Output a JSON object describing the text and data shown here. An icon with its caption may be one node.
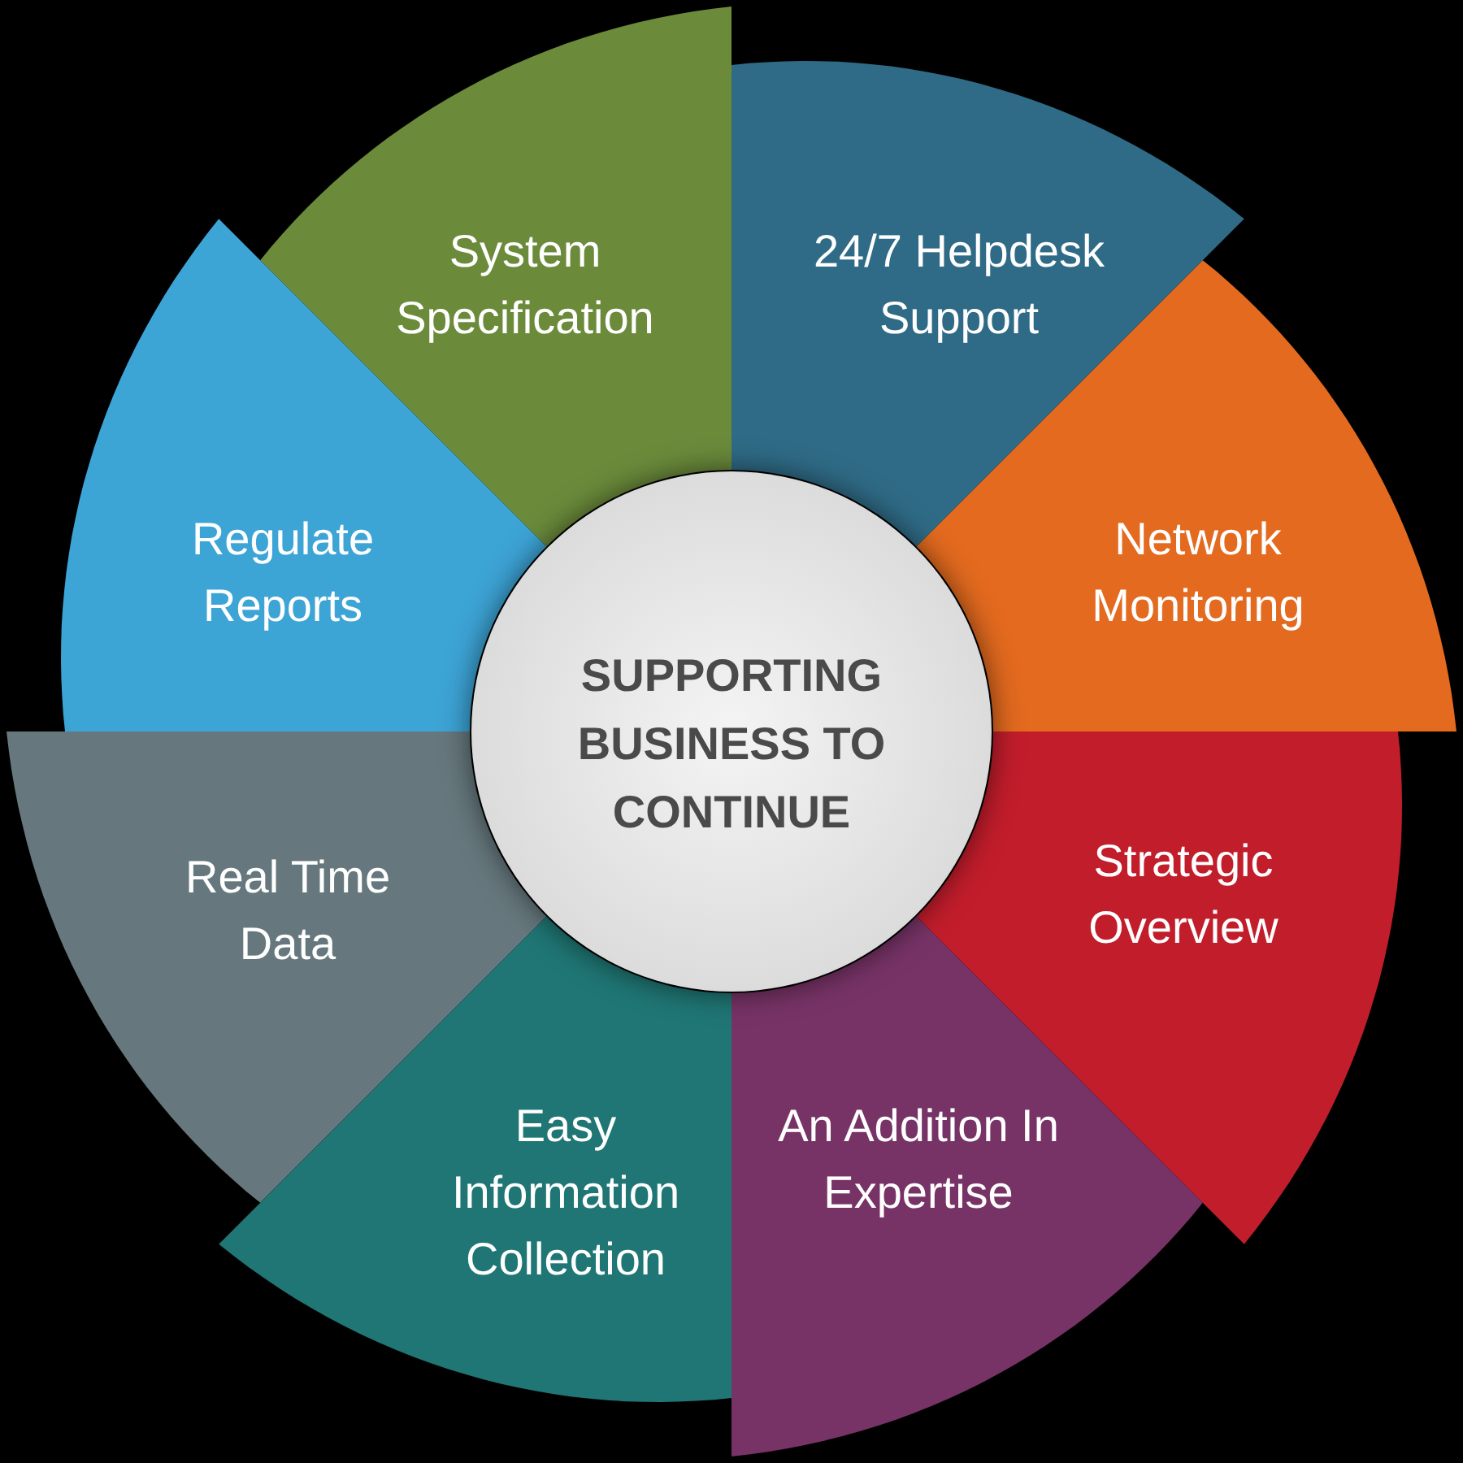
{
  "diagram": {
    "nodes": [
      {
        "text": [
          "System Specification"
        ]
      },
      {
        "text": [
          "24/7 Helpdesk Support"
        ]
      },
      {
        "text": [
          "Regulate Reports"
        ]
      },
      {
        "text": [
          "Network Monitoring"
        ]
      },
      {
        "text": [
          "SUPPORTING BUSINESS TO CONTINUE"
        ]
      },
      {
        "text": [
          "Real Time Data"
        ]
      },
      {
        "text": [
          "Strategic Overview"
        ]
      },
      {
        "text": [
          "Easy Information Collection"
        ]
      },
      {
        "text": [
          "An Addition In Expertise"
        ]
      }
    ]
  }
}
